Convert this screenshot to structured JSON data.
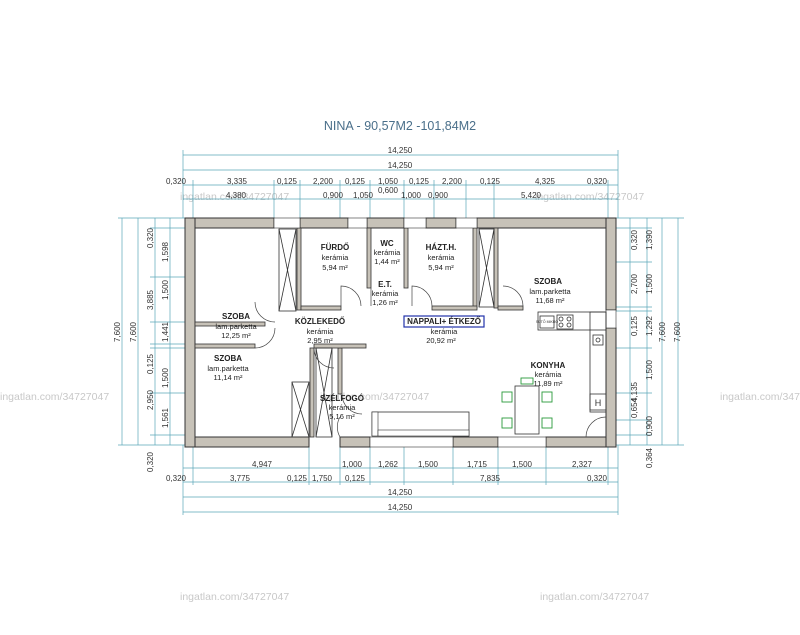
{
  "title": "NINA - 90,57M2 -101,84M2",
  "watermark": "ingatlan.com/34727047",
  "dims_top": {
    "row1": "14,250",
    "row2": "14,250",
    "row3": [
      "0,320",
      "3,335",
      "0,125",
      "2,200",
      "0,125",
      "1,050",
      "0,125",
      "2,200",
      "0,125",
      "4,325",
      "0,320"
    ],
    "row3b": "0,600",
    "row4": [
      "4,380",
      "0,900",
      "1,050",
      "1,000",
      "0,900",
      "5,420"
    ]
  },
  "dims_bottom": {
    "row1": [
      "4,947",
      "1,000",
      "1,262",
      "1,500",
      "1,715",
      "1,500",
      "2,327"
    ],
    "row2": [
      "0,320",
      "3,775",
      "0,125",
      "1,750",
      "0,125",
      "7,835",
      "0,320"
    ],
    "row3": "14,250",
    "row4": "14,250"
  },
  "dims_left": {
    "outer": "7,600",
    "mid": "7,600",
    "col1": [
      "0,320",
      "1,598",
      "1,500",
      "1,441",
      "0,125",
      "1,500",
      "1,561",
      "0,320"
    ],
    "col2": [
      "3,885",
      "2,950"
    ]
  },
  "dims_right": {
    "outer": "7,600",
    "mid": "7,600",
    "col1": [
      "0,320",
      "1,390",
      "1,500",
      "1,292",
      "1,500",
      "0,900",
      "0,364"
    ],
    "col2": [
      "2,700",
      "0,125",
      "4,135",
      "0,654"
    ]
  },
  "rooms": [
    {
      "name": "FÜRDŐ",
      "floor": "kerámia",
      "area": "5,94 m²"
    },
    {
      "name": "WC",
      "floor": "kerámia",
      "area": "1,44 m²"
    },
    {
      "name": "HÁZT.H.",
      "floor": "kerámia",
      "area": "5,94 m²"
    },
    {
      "name": "E.T.",
      "floor": "kerámia",
      "area": "1,26 m²"
    },
    {
      "name": "SZOBA",
      "floor": "lam.parketta",
      "area": "11,68 m²"
    },
    {
      "name": "SZOBA",
      "floor": "lam.parketta",
      "area": "12,25 m²"
    },
    {
      "name": "KÖZLEKEDŐ",
      "floor": "kerámia",
      "area": "2,95 m²"
    },
    {
      "name": "NAPPALI+ ÉTKEZŐ",
      "floor": "kerámia",
      "area": "20,92 m²"
    },
    {
      "name": "SZOBA",
      "floor": "lam.parketta",
      "area": "11,14 m²"
    },
    {
      "name": "KONYHA",
      "floor": "kerámia",
      "area": "11,89 m²"
    },
    {
      "name": "SZÉLFOGÓ",
      "floor": "kerámia",
      "area": "5,16 m²"
    }
  ],
  "fixtures": {
    "oven_label": "SÜTŐ MIKRÓ",
    "fridge_label": "H"
  },
  "colors": {
    "dimension_line": "#5aa6b8",
    "wall_fill": "#c7c2b8",
    "title": "#4a6f8a"
  }
}
